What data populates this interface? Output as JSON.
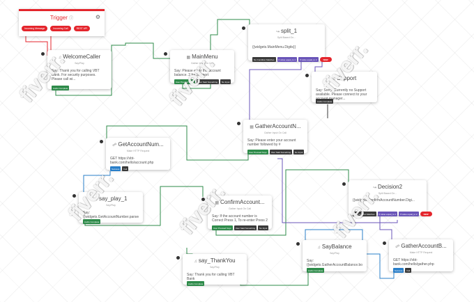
{
  "trigger": {
    "title": "Trigger",
    "chips": [
      "Incoming Message",
      "Incoming Call",
      "REST API"
    ]
  },
  "nodes": {
    "welcome": {
      "title": "WelcomeCaller",
      "sub": "Say/Play",
      "body": "Say: Thank you for calling VBT Bank. For security purposes. Please call wi...",
      "tags": [
        "Audio Complete"
      ]
    },
    "mainmenu": {
      "title": "MainMenu",
      "sub": "Gather Input On Call",
      "body": "Say: Please enter the account balance. 2 for Support",
      "tags": [
        "User Pressed Keys",
        "User Said Something",
        "No Input"
      ]
    },
    "split": {
      "title": "split_1",
      "sub": "Split Based On...",
      "body": "{{widgets.MainMenu.Digits}}",
      "tags": [
        "No Condition Matches",
        "If value equal_to 1",
        "If value equal_to 2",
        "NEW"
      ]
    },
    "support": {
      "title": "Support",
      "sub": "Say/Play",
      "body": "Say: Sorry! Currently no Support available. Please connect to your account manager...",
      "tags": [
        "Audio Complete"
      ]
    },
    "gatheracct": {
      "title": "GatherAccountN...",
      "sub": "Gather Input On Call",
      "body": "Say: Please enter your account number followed by #",
      "tags": [
        "User Pressed Keys",
        "User Said Something",
        "No Input"
      ]
    },
    "getacct": {
      "title": "GetAccountNum...",
      "sub": "Make HTTP Request",
      "body": "GET https://vbt-bank.com/hello/account.php",
      "tags": [
        "Success",
        "Fail"
      ]
    },
    "sayplay": {
      "title": "say_play_1",
      "sub": "Say/Play",
      "body": "Say: {{widgets.GetAccountNumber.parsed.acco...",
      "tags": [
        "Audio Complete"
      ]
    },
    "confirm": {
      "title": "ConfirmAccount...",
      "sub": "Gather Input On Call",
      "body": "Say: If the account number is Correct Press 1, To re-enter Press 2",
      "tags": [
        "User Pressed Keys",
        "User Said Something",
        "No Input"
      ]
    },
    "decision": {
      "title": "Decision2",
      "sub": "Split Based On...",
      "body": "{{widgets.ConfirmAccountNumber.Digi...",
      "tags": [
        "No Condition Matches",
        "If value equal_to 1",
        "If value equal_to 2",
        "NEW"
      ]
    },
    "saybal": {
      "title": "SayBalance",
      "sub": "Say/Play",
      "body": "Say: {{widgets.GatherAccountBalance.body}}",
      "tags": [
        "Audio Complete"
      ]
    },
    "thankyou": {
      "title": "say_ThankYou",
      "sub": "Say/Play",
      "body": "Say: Thank you for calling VBT Bank",
      "tags": [
        "Audio Complete"
      ]
    },
    "gatherbal": {
      "title": "GatherAccountB...",
      "sub": "Make HTTP Request",
      "body": "GET https://vbt-bank.com/hello/gather.php",
      "tags": [
        "Success",
        "Fail"
      ]
    }
  },
  "watermark": "fiverr.",
  "colors": {
    "trigger": "#e4252c",
    "wire_green": "#2e8b4a",
    "wire_purple": "#6a55b8",
    "wire_blue": "#2a7fc9",
    "wire_red": "#e4252c"
  }
}
